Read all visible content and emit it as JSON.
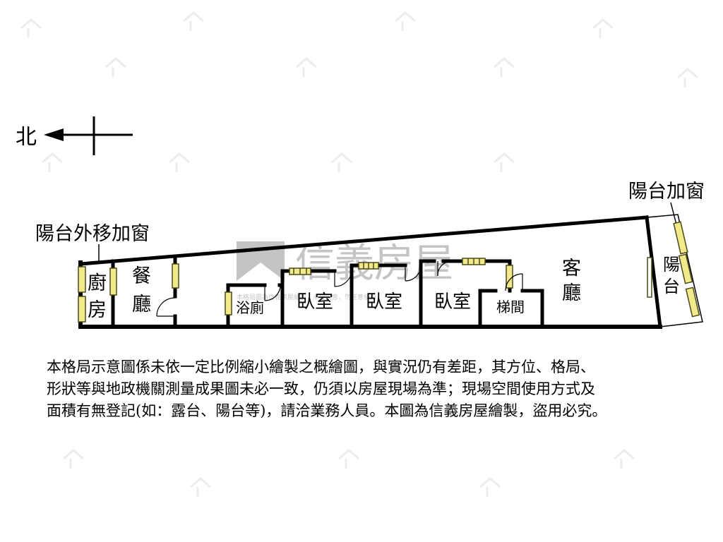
{
  "compass": {
    "label": "北"
  },
  "annotations": {
    "balcony_moved": "陽台外移加窗",
    "balcony_window": "陽台加窗"
  },
  "rooms": {
    "kitchen": [
      "廚",
      "房"
    ],
    "dining": [
      "餐",
      "廳"
    ],
    "bath": "浴廁",
    "bedroom_1": "臥室",
    "bedroom_2": "臥室",
    "bedroom_3": "臥室",
    "stair": "梯間",
    "living": [
      "客",
      "廳"
    ],
    "balcony": [
      "陽",
      "台"
    ]
  },
  "watermark": {
    "brand": "信義房屋",
    "tiny": "本格局圖為信義房屋繪製，未經同意，勿任意使用"
  },
  "disclaimer": [
    "本格局示意圖係未依一定比例縮小繪製之概繪圖，與實況仍有差距，其方位、格局、",
    "形狀等與地政機關測量成果圖未必一致，仍須以房屋現場為準；現場空間使用方式及",
    "面積有無登記(如：露台、陽台等)，請洽業務人員。本圖為信義房屋繪製，盜用必究。"
  ],
  "colors": {
    "wall": "#000000",
    "window_fill": "#f2e98a",
    "window_stroke": "#4a4a1a",
    "watermark": "#8a8a8a"
  }
}
